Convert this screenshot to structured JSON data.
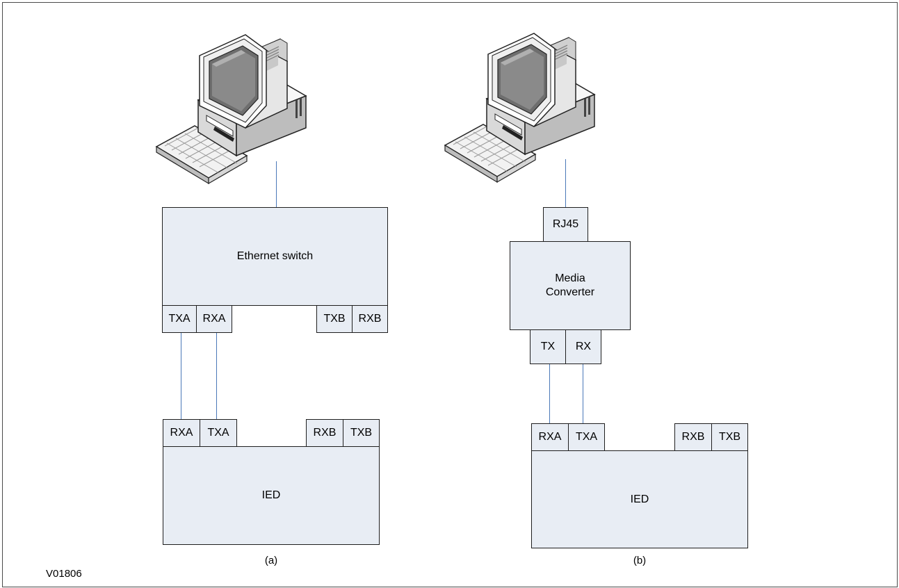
{
  "figure_id": "V01806",
  "panels": [
    {
      "caption": "(a)",
      "computer": {
        "icon": "desktop-computer-icon"
      },
      "switch": {
        "label": "Ethernet switch",
        "ports": [
          "TXA",
          "RXA",
          "TXB",
          "RXB"
        ]
      },
      "ied": {
        "label": "IED",
        "ports": [
          "RXA",
          "TXA",
          "RXB",
          "TXB"
        ]
      }
    },
    {
      "caption": "(b)",
      "computer": {
        "icon": "desktop-computer-icon"
      },
      "rj45": {
        "label": "RJ45"
      },
      "converter": {
        "label_line1": "Media",
        "label_line2": "Converter",
        "ports": [
          "TX",
          "RX"
        ]
      },
      "ied": {
        "label": "IED",
        "ports": [
          "RXA",
          "TXA",
          "RXB",
          "TXB"
        ]
      }
    }
  ],
  "colors": {
    "box_fill": "#e8edf4",
    "wire": "#4a78b8",
    "border": "#1e1e1e"
  }
}
